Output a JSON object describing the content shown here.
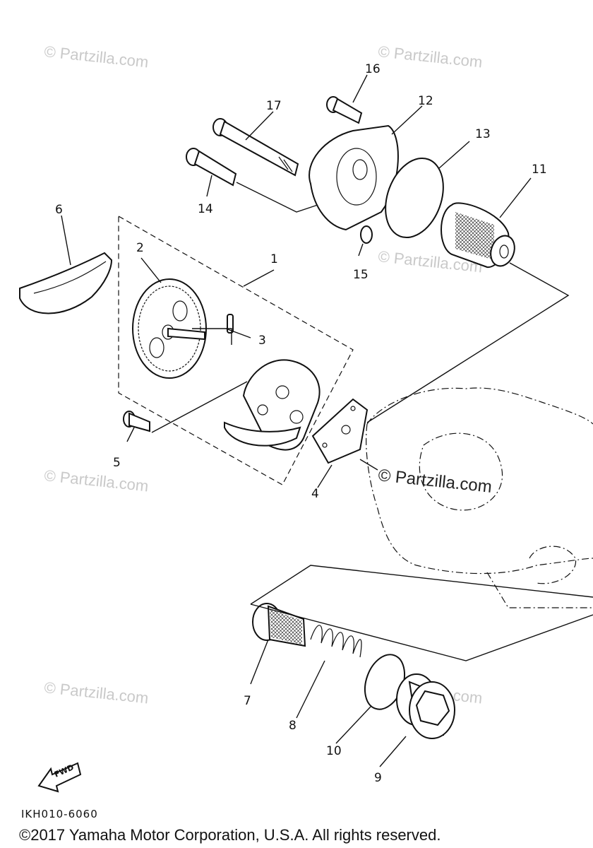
{
  "callouts": {
    "c1": "1",
    "c2": "2",
    "c3": "3",
    "c4": "4",
    "c5": "5",
    "c6": "6",
    "c7": "7",
    "c8": "8",
    "c9": "9",
    "c10": "10",
    "c11": "11",
    "c12": "12",
    "c13": "13",
    "c14": "14",
    "c15": "15",
    "c16": "16",
    "c17": "17"
  },
  "watermark": {
    "text": "© Partzilla.com"
  },
  "diagram_code": "IKH010-6060",
  "fwd_label": "FWD",
  "copyright": "©2017  Yamaha Motor Corporation, U.S.A. All rights reserved."
}
